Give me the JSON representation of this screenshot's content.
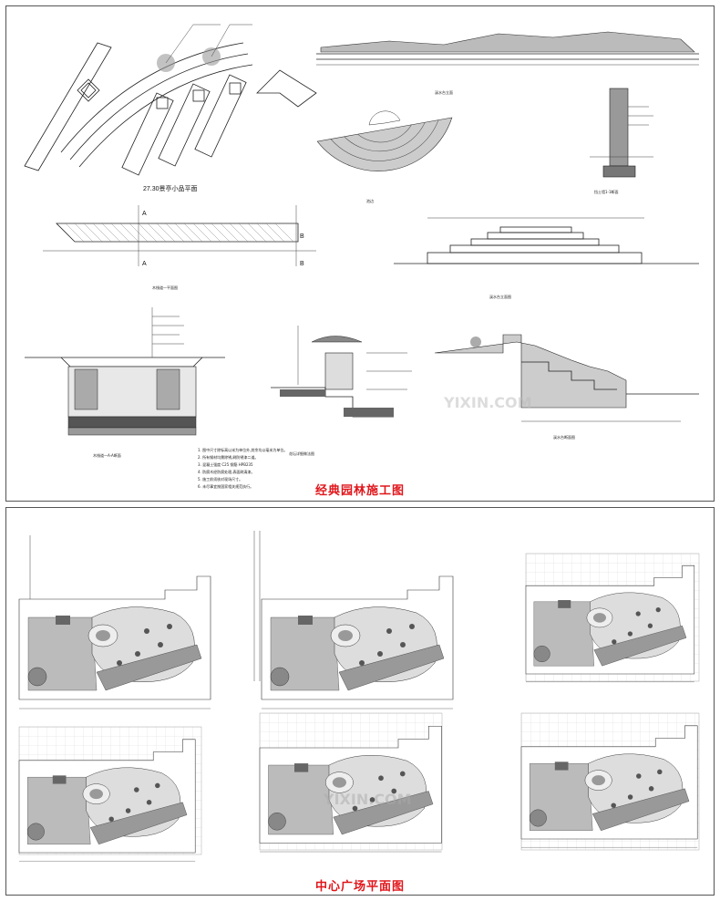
{
  "top_panel": {
    "caption": "经典园林施工图",
    "drawing_labels": {
      "plan_27_30": "27.30景亭小品平面",
      "pool_edge": "池边",
      "stream_section_label": "溪水台立面",
      "bench_plan": "木栈道一平面图",
      "bench_A": "A",
      "bench_B": "B",
      "wall_section": "挡土墙1-1断面",
      "cascade_elev": "溪水台立面图",
      "section_AA": "木栈道一A-A断面",
      "planter_section": "花坛详细做法图",
      "cascade_section": "溪水台断面图"
    },
    "notes": [
      "1. 图中尺寸除标高以米为单位外,其余均以毫米为单位。",
      "2. 所有钢材均需除锈,刷防锈漆二道。",
      "3. 混凝土强度  C25     钢筋  HPB235",
      "4. 防腐木经防腐处理,表面刷清漆。",
      "5. 施工前须核对现场尺寸。",
      "6. 未尽事宜按国家相关规范执行。"
    ],
    "watermark": "YIXIN.COM"
  },
  "bottom_panel": {
    "caption": "中心广场平面图",
    "watermark": "YIXIN.COM"
  }
}
